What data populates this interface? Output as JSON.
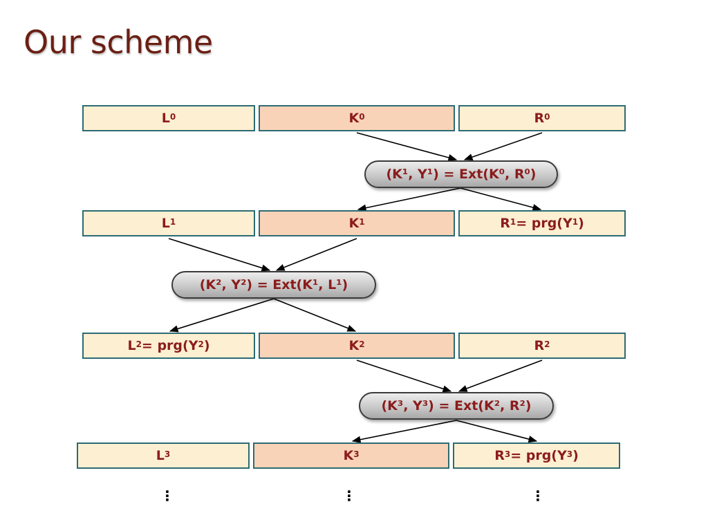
{
  "slide": {
    "title": "Our scheme"
  },
  "rows": [
    {
      "left": {
        "base": "L",
        "sup": "0",
        "rest": ""
      },
      "middle": {
        "base": "K",
        "sup": "0",
        "rest": ""
      },
      "right": {
        "base": "R",
        "sup": "0",
        "rest": ""
      }
    },
    {
      "left": {
        "base": "L",
        "sup": "1",
        "rest": ""
      },
      "middle": {
        "base": "K",
        "sup": "1",
        "rest": ""
      },
      "right": {
        "base": "R",
        "sup": "1",
        "rest": " = prg(Y",
        "rest_sup": "1",
        "rest_tail": ")"
      }
    },
    {
      "left": {
        "base": "L",
        "sup": "2",
        "rest": " = prg(Y",
        "rest_sup": "2",
        "rest_tail": ")"
      },
      "middle": {
        "base": "K",
        "sup": "2",
        "rest": ""
      },
      "right": {
        "base": "R",
        "sup": "2",
        "rest": ""
      }
    },
    {
      "left": {
        "base": "L",
        "sup": "3",
        "rest": ""
      },
      "middle": {
        "base": "K",
        "sup": "3",
        "rest": ""
      },
      "right": {
        "base": "R",
        "sup": "3",
        "rest": " = prg(Y",
        "rest_sup": "3",
        "rest_tail": ")"
      }
    }
  ],
  "extractors": [
    {
      "text": "(K¹, Y¹) = Ext(K⁰, R⁰)"
    },
    {
      "text": "(K², Y²) = Ext(K¹, L¹)"
    },
    {
      "text": "(K³, Y³) = Ext(K², R²)"
    }
  ],
  "continuation": {
    "symbol": "⋮"
  },
  "colors": {
    "title": "#6b1f14",
    "text": "#8b1c1c",
    "cell_light": "#fdefd1",
    "cell_pink": "#f9d3b8",
    "cell_border": "#2c6b73",
    "pill_border": "#3a3a3a"
  }
}
